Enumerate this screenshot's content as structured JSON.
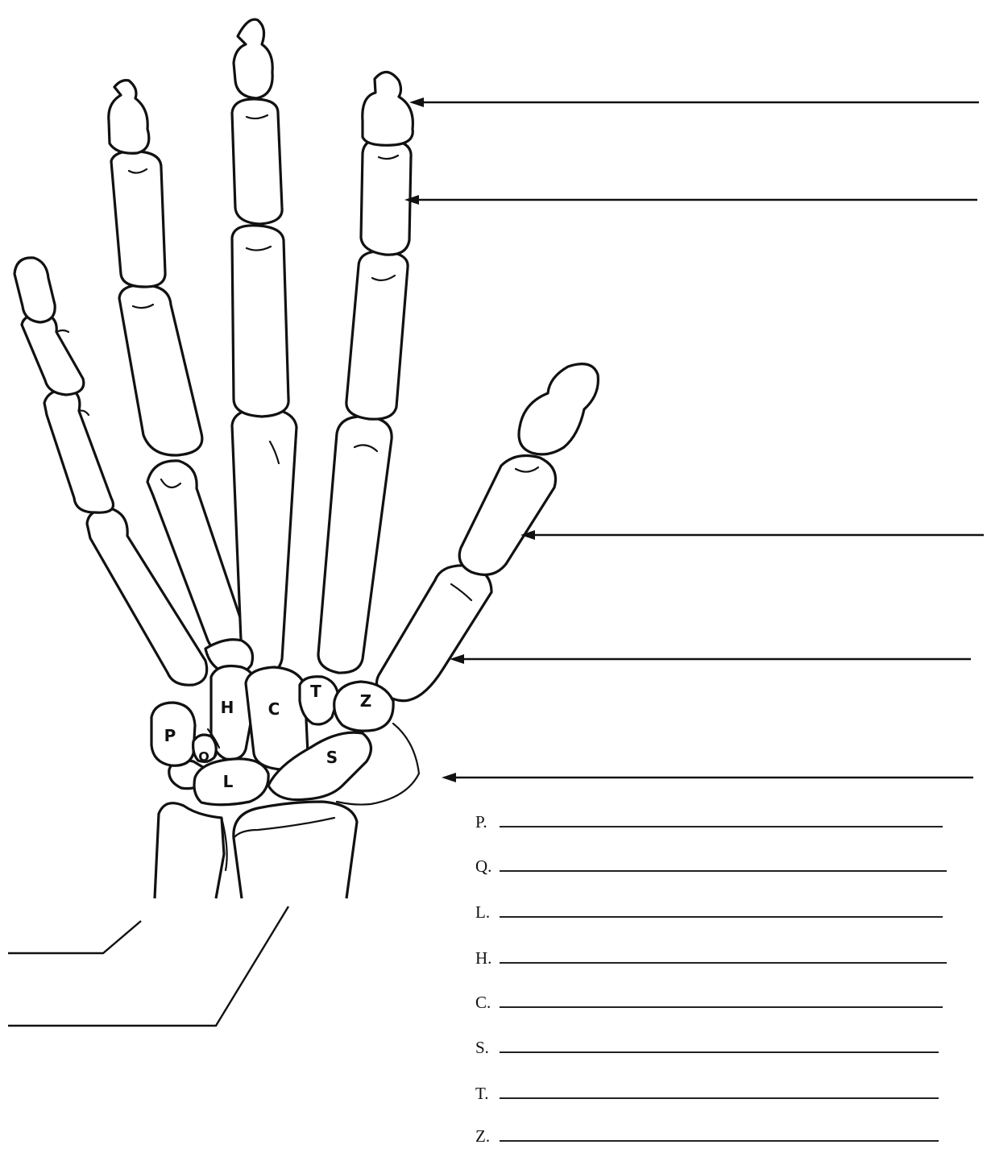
{
  "carpals": [
    {
      "id": "P",
      "label": "P"
    },
    {
      "id": "Q",
      "label": "Q"
    },
    {
      "id": "L",
      "label": "L"
    },
    {
      "id": "H",
      "label": "H"
    },
    {
      "id": "C",
      "label": "C"
    },
    {
      "id": "S",
      "label": "S"
    },
    {
      "id": "T",
      "label": "T"
    },
    {
      "id": "Z",
      "label": "Z"
    }
  ],
  "key": [
    {
      "letter": "P."
    },
    {
      "letter": "Q."
    },
    {
      "letter": "L."
    },
    {
      "letter": "H."
    },
    {
      "letter": "C."
    },
    {
      "letter": "S."
    },
    {
      "letter": "T."
    },
    {
      "letter": "Z."
    }
  ]
}
